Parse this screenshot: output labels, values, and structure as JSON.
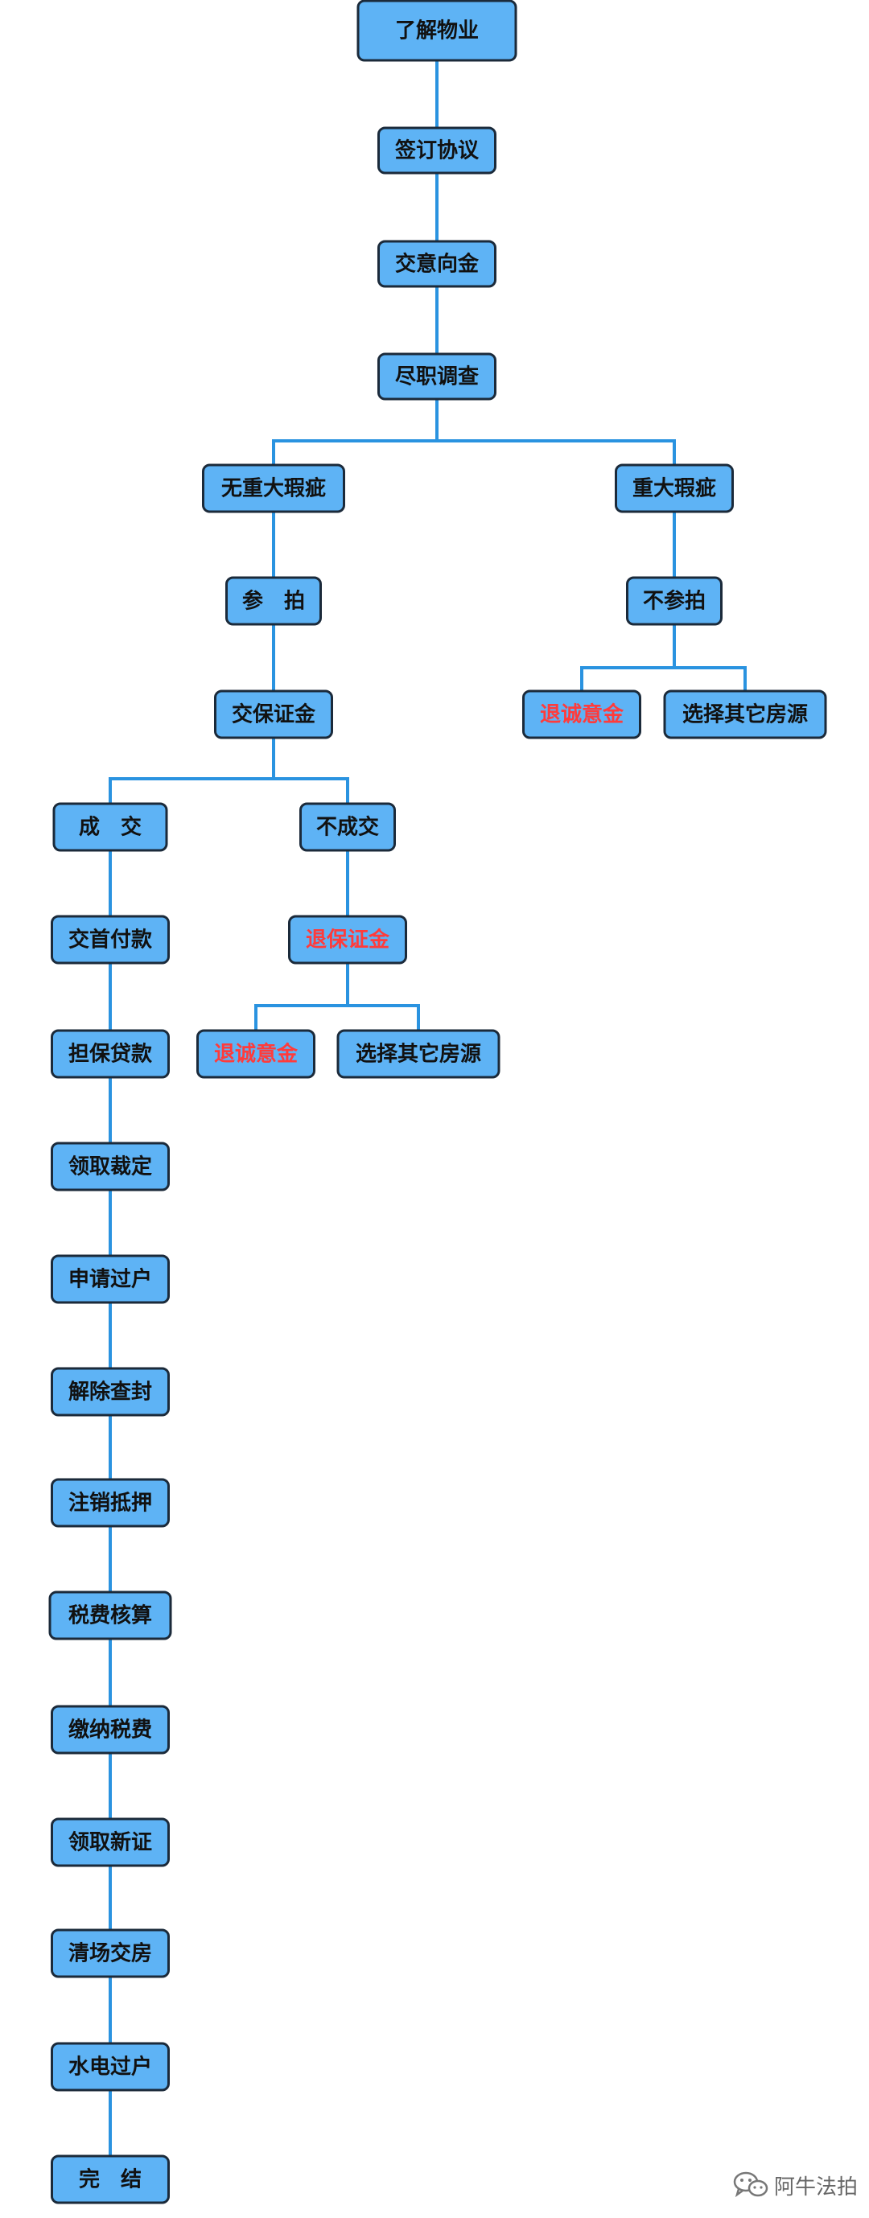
{
  "colors": {
    "node_fill": "#5eb3f5",
    "node_border": "#1b2a3a",
    "connector": "#2a93e0",
    "red_text": "#ff3b3b",
    "text": "#111111"
  },
  "nodes": {
    "understand": {
      "label": "了解物业"
    },
    "sign": {
      "label": "签订协议"
    },
    "intent_deposit": {
      "label": "交意向金"
    },
    "due_diligence": {
      "label": "尽职调查"
    },
    "no_major_defect": {
      "label": "无重大瑕疵"
    },
    "major_defect": {
      "label": "重大瑕疵"
    },
    "bid": {
      "label": "参　拍"
    },
    "no_bid": {
      "label": "不参拍"
    },
    "refund_a": {
      "label": "退诚意金",
      "red": true
    },
    "choose_other_a": {
      "label": "选择其它房源"
    },
    "pay_bond": {
      "label": "交保证金"
    },
    "deal": {
      "label": "成　交"
    },
    "no_deal": {
      "label": "不成交"
    },
    "refund_bond": {
      "label": "退保证金",
      "red": true
    },
    "refund_b": {
      "label": "退诚意金",
      "red": true
    },
    "choose_other_b": {
      "label": "选择其它房源"
    },
    "down_payment": {
      "label": "交首付款"
    },
    "guarantee_loan": {
      "label": "担保贷款"
    },
    "get_ruling": {
      "label": "领取裁定"
    },
    "apply_transfer": {
      "label": "申请过户"
    },
    "lift_seal": {
      "label": "解除查封"
    },
    "cancel_mortgage": {
      "label": "注销抵押"
    },
    "tax_assess": {
      "label": "税费核算"
    },
    "pay_tax": {
      "label": "缴纳税费"
    },
    "new_cert": {
      "label": "领取新证"
    },
    "handover": {
      "label": "清场交房"
    },
    "utility_transfer": {
      "label": "水电过户"
    },
    "complete": {
      "label": "完　结"
    }
  },
  "watermark": {
    "icon": "wechat-icon",
    "text": "阿牛法拍"
  }
}
